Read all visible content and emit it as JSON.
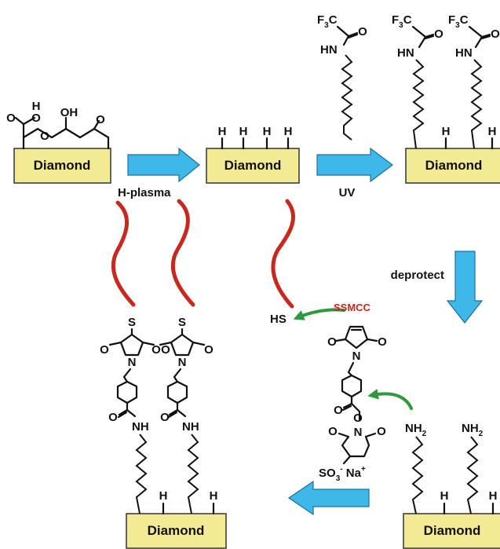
{
  "labels": {
    "substrate": "Diamond",
    "step1": "H-plasma",
    "step2": "UV",
    "step3": "deprotect",
    "linker": "SSMCC"
  },
  "atoms": {
    "H": "H",
    "O": "O",
    "OH": "OH",
    "N": "N",
    "S": "S",
    "HS": "HS",
    "HN": "HN",
    "NH": "NH",
    "NH2": "NH",
    "sub2": "2",
    "F3C": "F",
    "sub3": "3",
    "C": "C",
    "SO3": "SO",
    "minus": "-",
    "Na": " Na",
    "plus": "+"
  },
  "colors": {
    "box_fill": "#f3eb94",
    "blue_arrow": "#3db8e8",
    "green_arrow": "#2e9a3d",
    "dna_red": "#c8281e"
  }
}
